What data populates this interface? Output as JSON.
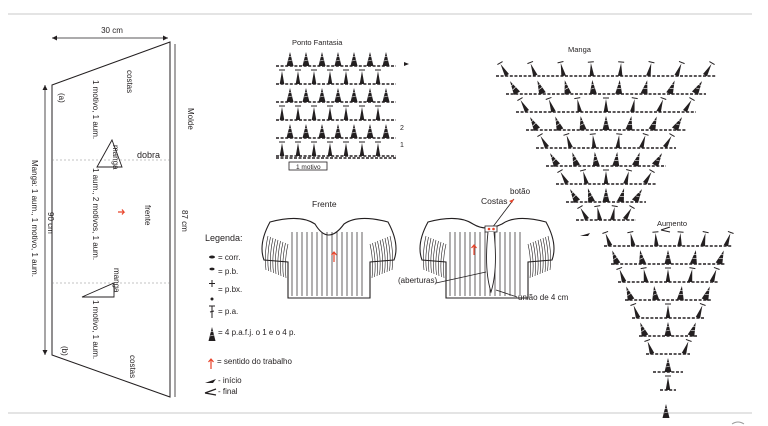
{
  "pattern": {
    "width_label": "30 cm",
    "height_label": "90 cm",
    "molde": "Molde",
    "side_label": "87 cm",
    "costas_top": "costas",
    "costas_bottom": "costas",
    "dobra": "dobra",
    "frente": "frente",
    "manga_top": "manga",
    "manga_bottom": "manga",
    "a": "(a)",
    "b": "(b)",
    "motivo_top": "1 motivo, 1 aum.",
    "motivo_mid": "1 aum., 2 motivos, 1 aum.",
    "motivo_bottom": "1 motivo, 1 aum.",
    "manga_left": "Manga: 1 aum., 1 motivo, 1 aum."
  },
  "ponto_fantasia": {
    "title": "Ponto Fantasia",
    "row1": "1",
    "row2": "2",
    "motivo": "1 motivo"
  },
  "legend": {
    "title": "Legenda:",
    "items": [
      {
        "icon": "chain-stitch-icon",
        "text": "= corr."
      },
      {
        "icon": "single-crochet-icon",
        "text": "= p.b."
      },
      {
        "icon": "slip-stitch-icon",
        "text": "= p.bx."
      },
      {
        "icon": "double-crochet-icon",
        "text": "= p.a."
      },
      {
        "icon": "cluster-stitch-icon",
        "text": "= 4 p.a.f.j. o 1 e o 4 p."
      },
      {
        "icon": "direction-arrow-icon",
        "text": "= sentido do trabalho"
      },
      {
        "icon": "start-arrow-icon",
        "text": "- início"
      },
      {
        "icon": "end-arrow-icon",
        "text": "- final"
      }
    ]
  },
  "garment": {
    "frente": "Frente",
    "costas": "Costas",
    "botao": "botão",
    "aberturas": "(aberturas)",
    "uniao": "união de 4 cm"
  },
  "charts": {
    "manga": "Manga",
    "aumento": "Aumento"
  },
  "colors": {
    "ink": "#231f20",
    "accent": "#e8432a"
  }
}
